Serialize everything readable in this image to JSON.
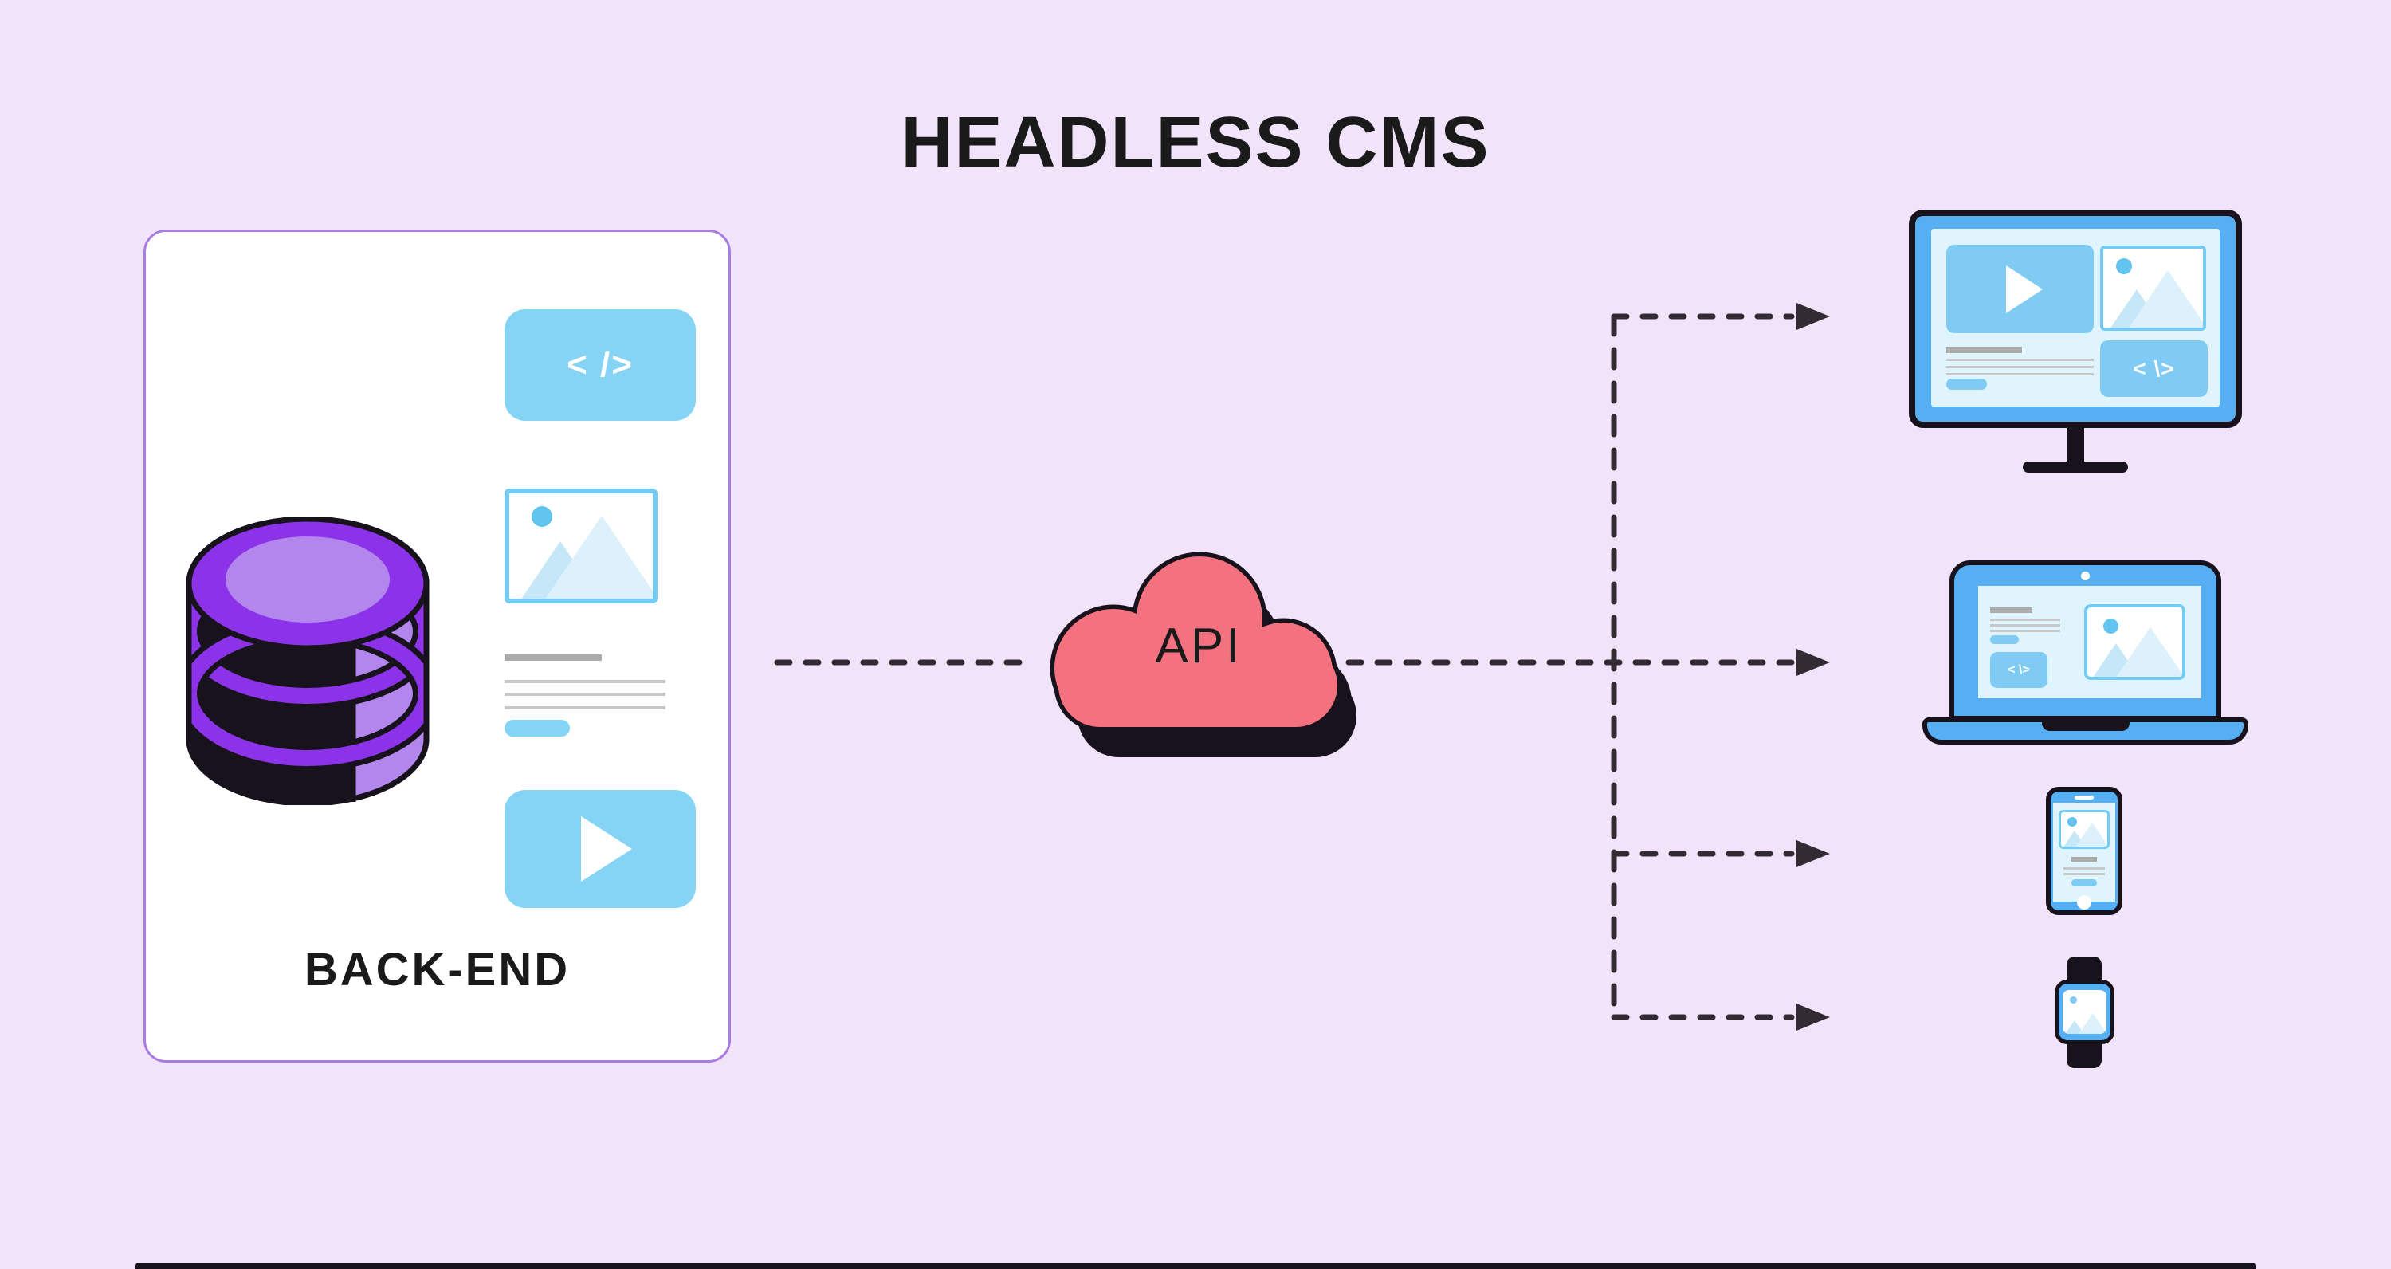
{
  "diagram": {
    "title": "HEADLESS CMS",
    "backend": {
      "label": "BACK-END",
      "code_glyph": "< />",
      "icons": [
        "database-icon",
        "code-block-icon",
        "image-placeholder-icon",
        "text-lines",
        "video-play-icon"
      ]
    },
    "api": {
      "label": "API"
    },
    "devices": {
      "code_glyph": "< \\>",
      "items": [
        "desktop-monitor",
        "laptop",
        "smartphone",
        "smartwatch"
      ]
    },
    "colors": {
      "background": "#F1E4FA",
      "card_border": "#A87CE1",
      "ink": "#17121B",
      "purple": "#8C33E9",
      "purple_light": "#B286EC",
      "blue": "#85D4F6",
      "blue_device": "#55AFF2",
      "blue_content": "#7FCBF4",
      "screen_bg": "#DFF4FD",
      "cloud_pink": "#F4717F",
      "connector": "#332B33"
    }
  }
}
